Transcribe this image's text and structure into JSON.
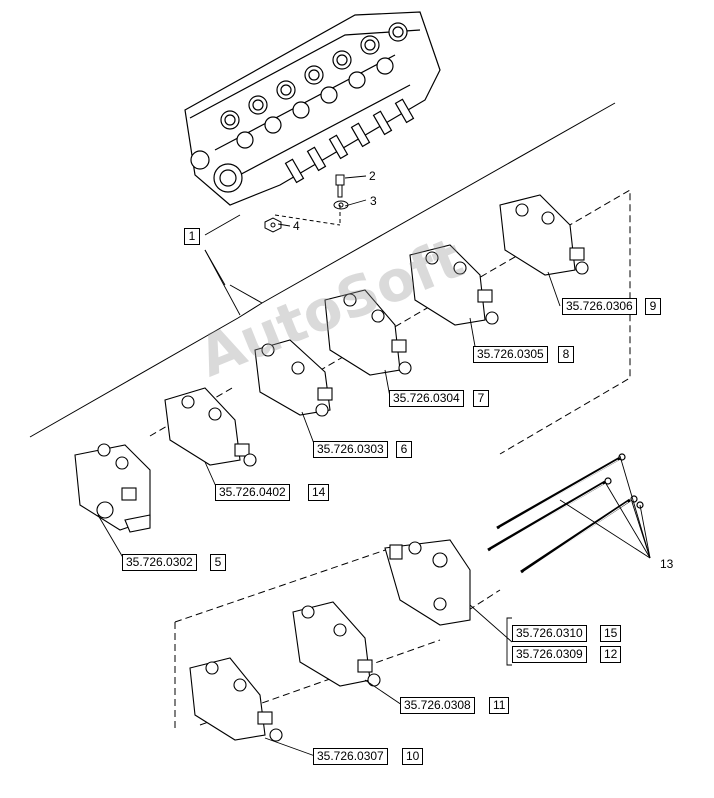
{
  "watermark": "AutoSoft",
  "callouts": {
    "c1": "1",
    "c2": "2",
    "c3": "3",
    "c4": "4",
    "c13": "13"
  },
  "parts": [
    {
      "key": "p9",
      "number": "35.726.0306",
      "index": "9"
    },
    {
      "key": "p8",
      "number": "35.726.0305",
      "index": "8"
    },
    {
      "key": "p7",
      "number": "35.726.0304",
      "index": "7"
    },
    {
      "key": "p6",
      "number": "35.726.0303",
      "index": "6"
    },
    {
      "key": "p14",
      "number": "35.726.0402",
      "index": "14"
    },
    {
      "key": "p5",
      "number": "35.726.0302",
      "index": "5"
    },
    {
      "key": "p15",
      "number": "35.726.0310",
      "index": "15"
    },
    {
      "key": "p12",
      "number": "35.726.0309",
      "index": "12"
    },
    {
      "key": "p11",
      "number": "35.726.0308",
      "index": "11"
    },
    {
      "key": "p10",
      "number": "35.726.0307",
      "index": "10"
    }
  ],
  "colors": {
    "line": "#000000",
    "fill": "#ffffff",
    "watermark": "#969696"
  }
}
